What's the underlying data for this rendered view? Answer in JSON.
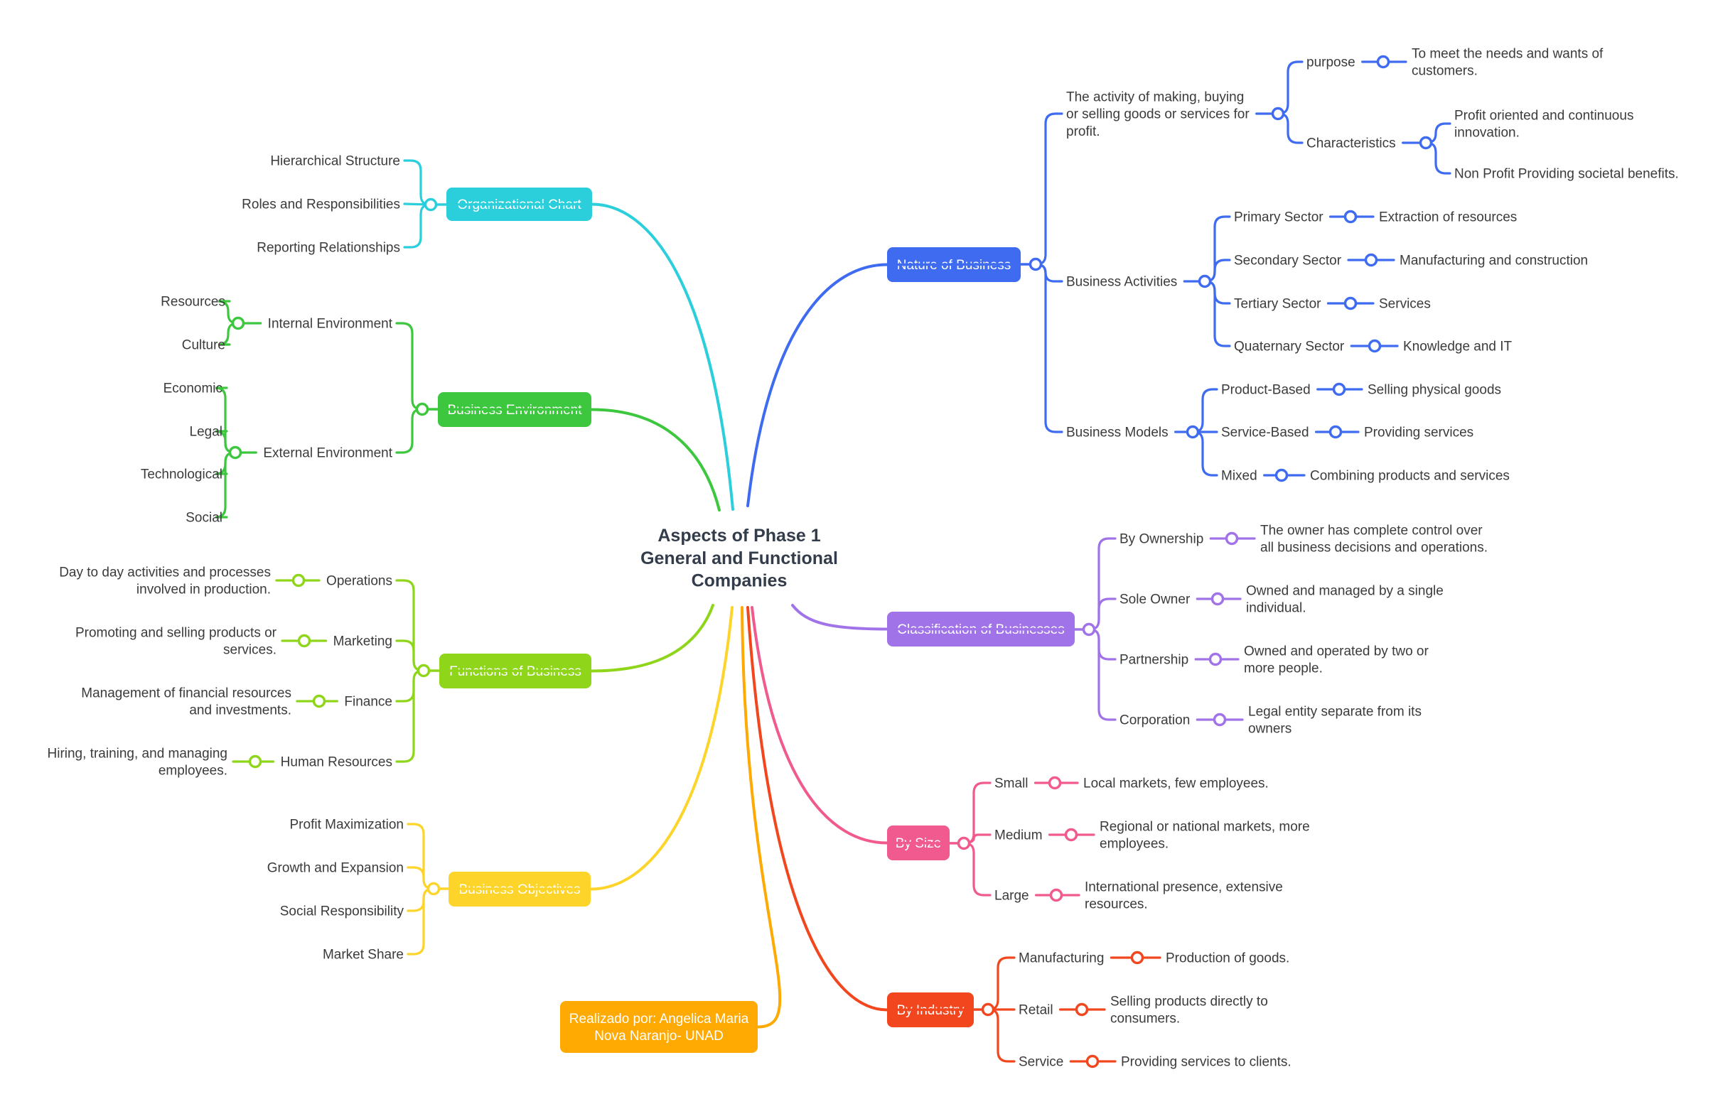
{
  "center": {
    "lines": [
      "Aspects of Phase 1",
      "General and Functional",
      "Companies"
    ]
  },
  "branches": [
    {
      "id": "org",
      "label": [
        "Organizational Chart"
      ],
      "color": "#2ACFDB",
      "children": [
        {
          "label": [
            "Hierarchical Structure"
          ]
        },
        {
          "label": [
            "Roles and Responsibilities"
          ]
        },
        {
          "label": [
            "Reporting Relationships"
          ]
        }
      ]
    },
    {
      "id": "env",
      "label": [
        "Business Environment"
      ],
      "color": "#3CC73E",
      "children": [
        {
          "label": [
            "Internal Environment"
          ],
          "children": [
            {
              "label": [
                "Resources"
              ]
            },
            {
              "label": [
                "Culture"
              ]
            }
          ]
        },
        {
          "label": [
            "External Environment"
          ],
          "children": [
            {
              "label": [
                "Economic"
              ]
            },
            {
              "label": [
                "Legal"
              ]
            },
            {
              "label": [
                "Technological"
              ]
            },
            {
              "label": [
                "Social"
              ]
            }
          ]
        }
      ]
    },
    {
      "id": "func",
      "label": [
        "Functions of Business"
      ],
      "color": "#8FD61B",
      "children": [
        {
          "label": [
            "Operations"
          ],
          "children": [
            {
              "label": [
                "Day to day activities and processes",
                "involved in production."
              ]
            }
          ]
        },
        {
          "label": [
            "Marketing"
          ],
          "children": [
            {
              "label": [
                "Promoting and selling products or",
                "services."
              ]
            }
          ]
        },
        {
          "label": [
            "Finance"
          ],
          "children": [
            {
              "label": [
                "Management of financial resources",
                "and investments."
              ]
            }
          ]
        },
        {
          "label": [
            "Human Resources"
          ],
          "children": [
            {
              "label": [
                "Hiring, training, and managing",
                "employees."
              ]
            }
          ]
        }
      ]
    },
    {
      "id": "obj",
      "label": [
        "Business Objectives"
      ],
      "color": "#FDD42A",
      "children": [
        {
          "label": [
            "Profit Maximization"
          ]
        },
        {
          "label": [
            "Growth and Expansion"
          ]
        },
        {
          "label": [
            "Social Responsibility"
          ]
        },
        {
          "label": [
            "Market Share"
          ]
        }
      ]
    },
    {
      "id": "author",
      "label": [
        "Realizado por: Angelica Maria",
        "Nova Naranjo- UNAD"
      ],
      "color": "#FFA903",
      "children": []
    },
    {
      "id": "nature",
      "label": [
        "Nature of Business"
      ],
      "color": "#3E6BF0",
      "children": [
        {
          "label": [
            "The activity of making, buying",
            "or selling goods or services for",
            "profit."
          ],
          "children": [
            {
              "label": [
                "purpose"
              ],
              "children": [
                {
                  "label": [
                    "To meet the needs and wants of",
                    "customers."
                  ]
                }
              ]
            },
            {
              "label": [
                "Characteristics"
              ],
              "children": [
                {
                  "label": [
                    "Profit oriented and continuous",
                    "innovation."
                  ]
                },
                {
                  "label": [
                    "Non Profit Providing societal benefits."
                  ]
                }
              ]
            }
          ]
        },
        {
          "label": [
            "Business Activities"
          ],
          "children": [
            {
              "label": [
                "Primary Sector"
              ],
              "children": [
                {
                  "label": [
                    "Extraction of resources"
                  ]
                }
              ]
            },
            {
              "label": [
                "Secondary Sector"
              ],
              "children": [
                {
                  "label": [
                    "Manufacturing and construction"
                  ]
                }
              ]
            },
            {
              "label": [
                "Tertiary Sector"
              ],
              "children": [
                {
                  "label": [
                    "Services"
                  ]
                }
              ]
            },
            {
              "label": [
                "Quaternary Sector"
              ],
              "children": [
                {
                  "label": [
                    "Knowledge and IT"
                  ]
                }
              ]
            }
          ]
        },
        {
          "label": [
            "Business Models"
          ],
          "children": [
            {
              "label": [
                "Product-Based"
              ],
              "children": [
                {
                  "label": [
                    "Selling physical goods"
                  ]
                }
              ]
            },
            {
              "label": [
                "Service-Based"
              ],
              "children": [
                {
                  "label": [
                    "Providing services"
                  ]
                }
              ]
            },
            {
              "label": [
                "Mixed"
              ],
              "children": [
                {
                  "label": [
                    "Combining products and services"
                  ]
                }
              ]
            }
          ]
        }
      ]
    },
    {
      "id": "class",
      "label": [
        "Classification of Businesses"
      ],
      "color": "#A173E8",
      "children": [
        {
          "label": [
            "By Ownership"
          ],
          "children": [
            {
              "label": [
                "The owner has complete control over",
                "all business decisions and operations."
              ]
            }
          ]
        },
        {
          "label": [
            "Sole Owner"
          ],
          "children": [
            {
              "label": [
                "Owned and managed by a single",
                "individual."
              ]
            }
          ]
        },
        {
          "label": [
            "Partnership"
          ],
          "children": [
            {
              "label": [
                "Owned and operated by two or",
                "more people."
              ]
            }
          ]
        },
        {
          "label": [
            "Corporation"
          ],
          "children": [
            {
              "label": [
                "Legal entity separate from its",
                "owners"
              ]
            }
          ]
        }
      ]
    },
    {
      "id": "size",
      "label": [
        "By Size"
      ],
      "color": "#F05A8E",
      "children": [
        {
          "label": [
            "Small"
          ],
          "children": [
            {
              "label": [
                "Local markets, few employees."
              ]
            }
          ]
        },
        {
          "label": [
            "Medium"
          ],
          "children": [
            {
              "label": [
                "Regional or national markets, more",
                "employees."
              ]
            }
          ]
        },
        {
          "label": [
            "Large"
          ],
          "children": [
            {
              "label": [
                "International presence, extensive",
                "resources."
              ]
            }
          ]
        }
      ]
    },
    {
      "id": "industry",
      "label": [
        "By Industry"
      ],
      "color": "#F2471E",
      "children": [
        {
          "label": [
            "Manufacturing"
          ],
          "children": [
            {
              "label": [
                "Production of goods."
              ]
            }
          ]
        },
        {
          "label": [
            "Retail"
          ],
          "children": [
            {
              "label": [
                "Selling products directly to",
                "consumers."
              ]
            }
          ]
        },
        {
          "label": [
            "Service"
          ],
          "children": [
            {
              "label": [
                "Providing services to clients."
              ]
            }
          ]
        }
      ]
    }
  ]
}
